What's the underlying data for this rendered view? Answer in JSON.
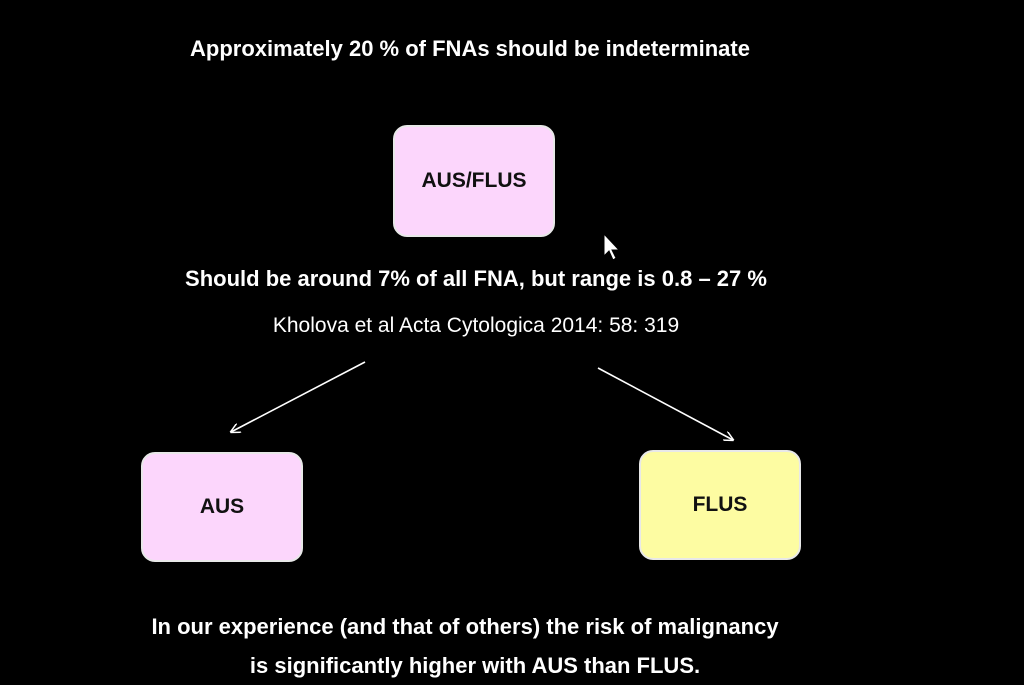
{
  "slide": {
    "title": "Approximately 20 % of FNAs should be indeterminate",
    "top_box": "AUS/FLUS",
    "range_text": "Should be around 7% of all FNA, but range is 0.8 – 27 %",
    "citation": "Kholova et al Acta Cytologica 2014: 58: 319",
    "left_box": "AUS",
    "right_box": "FLUS",
    "conclusion_line1": "In our experience (and that of others) the risk of malignancy",
    "conclusion_line2": "is significantly higher with AUS than FLUS."
  },
  "colors": {
    "aus_box": "#fcd6fc",
    "flus_box": "#fdfca2",
    "background": "#000000"
  }
}
